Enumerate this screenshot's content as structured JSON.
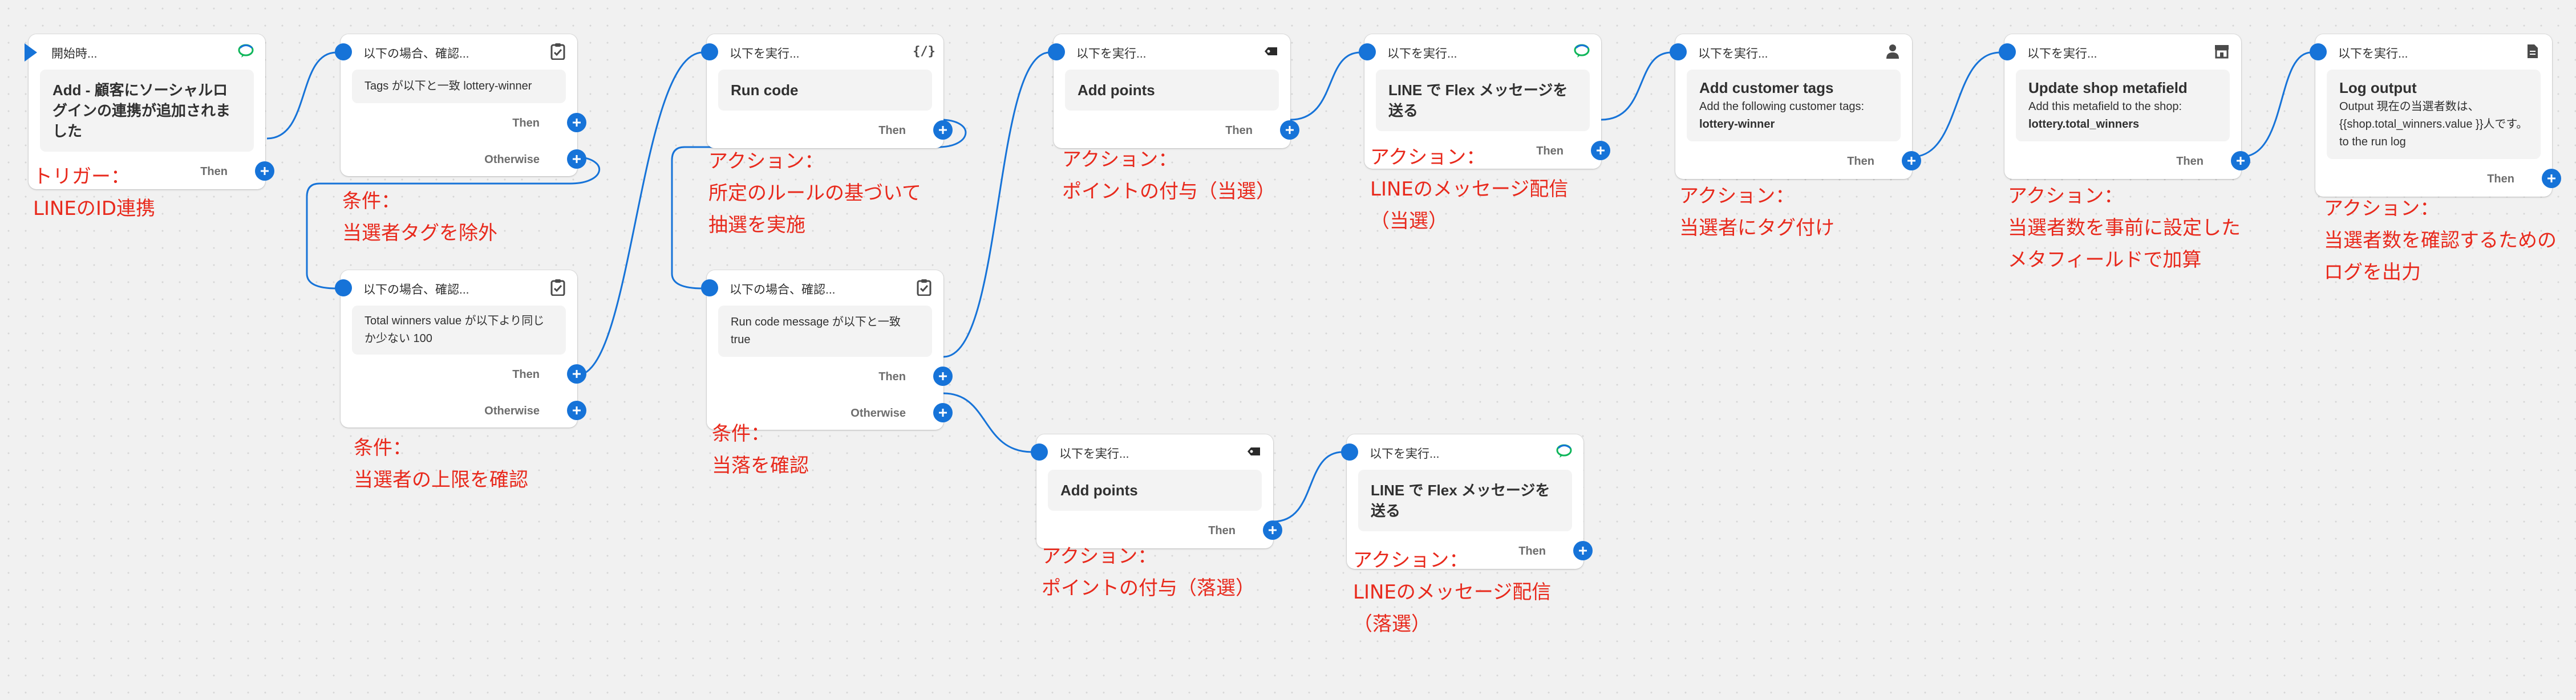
{
  "nodes": {
    "trigger": {
      "header": "開始時...",
      "title": "Add - 顧客にソーシャルログインの連携が追加されました",
      "out1": "Then"
    },
    "cond_tag": {
      "header": "以下の場合、確認...",
      "body": "Tags が以下と一致 lottery-winner",
      "out1": "Then",
      "out2": "Otherwise"
    },
    "cond_limit": {
      "header": "以下の場合、確認...",
      "body": "Total winners value が以下より同じか少ない 100",
      "out1": "Then",
      "out2": "Otherwise"
    },
    "run_code": {
      "header": "以下を実行...",
      "title": "Run code",
      "out1": "Then"
    },
    "cond_win": {
      "header": "以下の場合、確認...",
      "body": "Run code message が以下と一致 true",
      "out1": "Then",
      "out2": "Otherwise"
    },
    "points_win": {
      "header": "以下を実行...",
      "title": "Add points",
      "out1": "Then"
    },
    "line_win": {
      "header": "以下を実行...",
      "title": "LINE で Flex メッセージを送る",
      "out1": "Then"
    },
    "tags": {
      "header": "以下を実行...",
      "title": "Add customer tags",
      "line1": "Add the following customer tags:",
      "line2": "lottery-winner",
      "out1": "Then"
    },
    "metafield": {
      "header": "以下を実行...",
      "title": "Update shop metafield",
      "line1": "Add this metafield to the shop:",
      "line2": "lottery.total_winners",
      "out1": "Then"
    },
    "log": {
      "header": "以下を実行...",
      "title": "Log output",
      "line1": "Output 現在の当選者数は、",
      "line2": "{{shop.total_winners.value }}人です。 to the run log",
      "out1": "Then"
    },
    "points_lose": {
      "header": "以下を実行...",
      "title": "Add points",
      "out1": "Then"
    },
    "line_lose": {
      "header": "以下を実行...",
      "title": "LINE で Flex メッセージを送る",
      "out1": "Then"
    }
  },
  "annotations": {
    "trigger": "トリガー：\nLINEのID連携",
    "cond_tag": "条件：\n当選者タグを除外",
    "cond_limit": "条件：\n当選者の上限を確認",
    "run_code": "アクション：\n所定のルールの基づいて\n抽選を実施",
    "cond_win": "条件：\n当落を確認",
    "points_win": "アクション：\nポイントの付与（当選）",
    "line_win": "アクション：\nLINEのメッセージ配信\n（当選）",
    "tags": "アクション：\n当選者にタグ付け",
    "metafield": "アクション：\n当選者数を事前に設定した\nメタフィールドで加算",
    "log": "アクション：\n当選者数を確認するための\nログを出力",
    "points_lose": "アクション：\nポイントの付与（落選）",
    "line_lose": "アクション：\nLINEのメッセージ配信\n（落選）"
  },
  "icons": {
    "trigger": "line-app-icon",
    "cond_tag": "clipboard-check-icon",
    "cond_limit": "clipboard-check-icon",
    "run_code": "code-braces-icon",
    "cond_win": "clipboard-check-icon",
    "points_win": "points-tag-icon",
    "line_win": "line-app-icon",
    "tags": "customer-person-icon",
    "metafield": "store-icon",
    "log": "document-icon",
    "points_lose": "points-tag-icon",
    "line_lose": "line-app-icon"
  },
  "colors": {
    "accent": "#1673d8",
    "annotation": "#e8291c",
    "canvas": "#f1f1f1"
  }
}
